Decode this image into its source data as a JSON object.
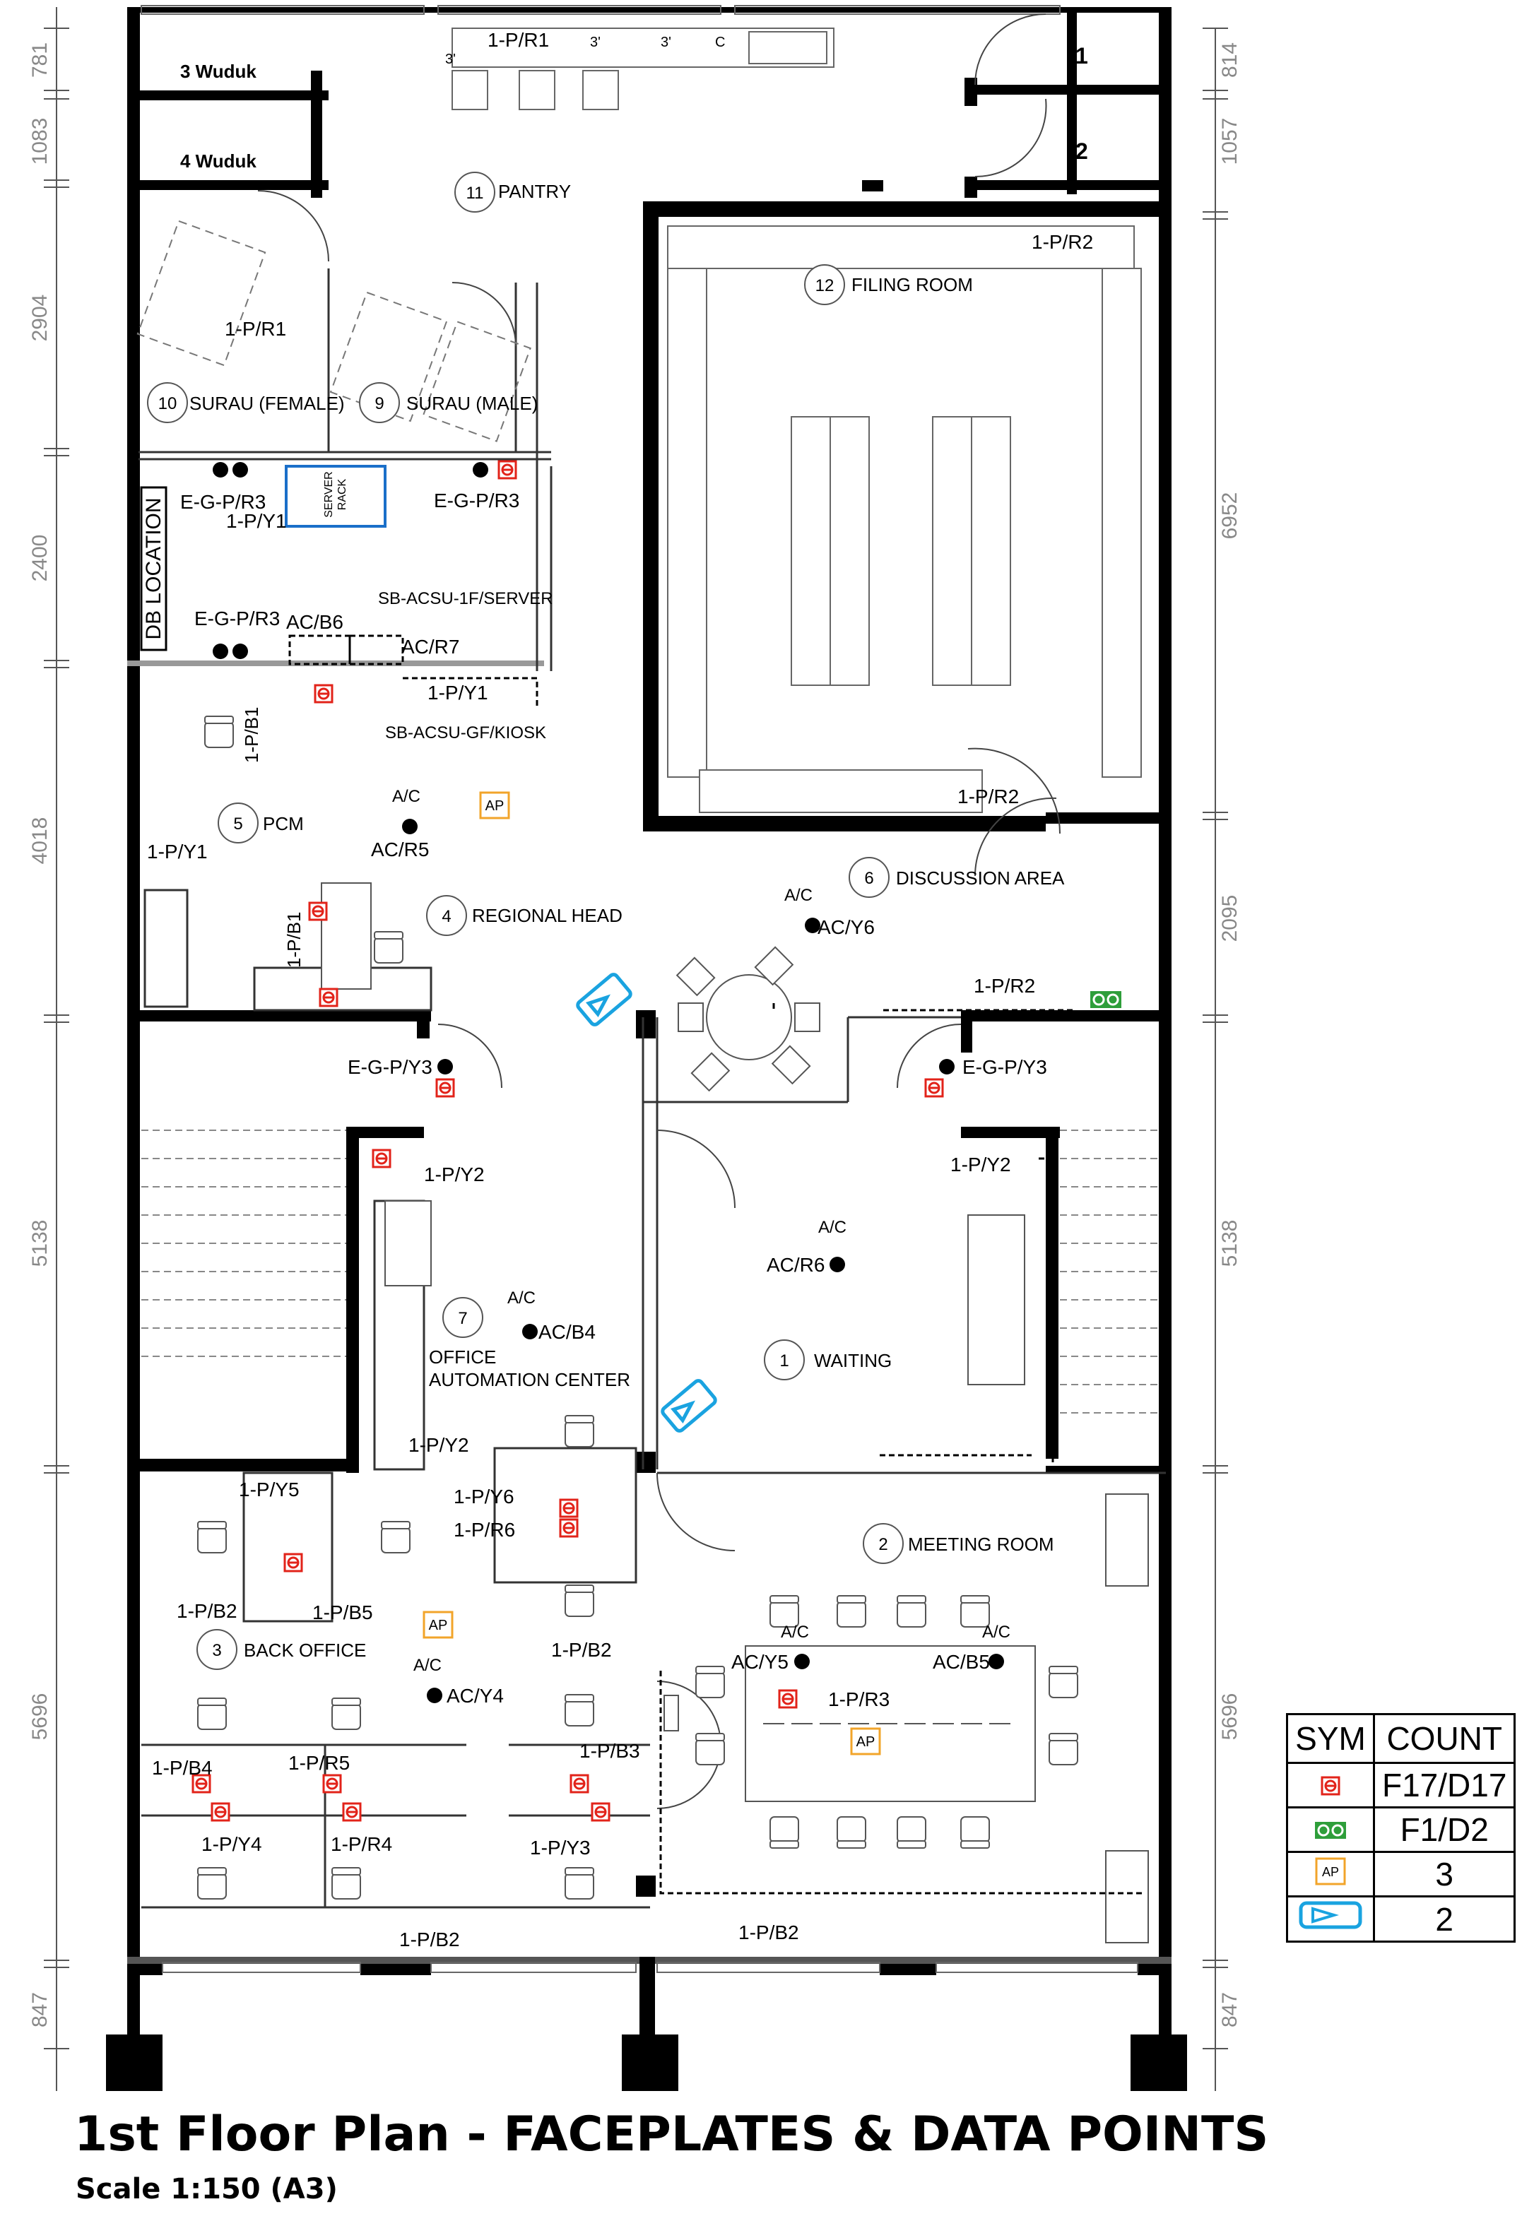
{
  "title": "1st Floor Plan - FACEPLATES & DATA POINTS",
  "scale": "Scale 1:150 (A3)",
  "legend": {
    "header_sym": "SYM",
    "header_count": "COUNT",
    "rows": [
      {
        "symbol": "red-faceplate-icon",
        "color": "#e2231a",
        "count": "F17/D17"
      },
      {
        "symbol": "green-faceplate-icon",
        "color": "#2e9e3a",
        "count": "F1/D2"
      },
      {
        "symbol": "ap-icon",
        "color": "#f2a42a",
        "count": "3"
      },
      {
        "symbol": "camera-icon",
        "color": "#1aa3e0",
        "count": "2"
      }
    ]
  },
  "dimensions_left": [
    "781",
    "1083",
    "2904",
    "2400",
    "4018",
    "5138",
    "5696",
    "847"
  ],
  "dimensions_right": [
    "814",
    "1057",
    "6952",
    "2095",
    "5138",
    "5696",
    "847"
  ],
  "rooms": {
    "wuduk3": "3  Wuduk",
    "wuduk4": "4  Wuduk",
    "toilet1": "1",
    "toilet2": "2",
    "pantry": {
      "num": "11",
      "name": "PANTRY"
    },
    "filing": {
      "num": "12",
      "name": "FILING ROOM"
    },
    "surau_f": {
      "num": "10",
      "name": "SURAU (FEMALE)"
    },
    "surau_m": {
      "num": "9",
      "name": "SURAU (MALE)"
    },
    "pcm": {
      "num": "5",
      "name": "PCM"
    },
    "regional": {
      "num": "4",
      "name": "REGIONAL HEAD"
    },
    "discussion": {
      "num": "6",
      "name": "DISCUSSION AREA"
    },
    "oac": {
      "num": "7",
      "name1": "OFFICE",
      "name2": "AUTOMATION CENTER"
    },
    "waiting": {
      "num": "1",
      "name": "WAITING"
    },
    "back": {
      "num": "3",
      "name": "BACK OFFICE"
    },
    "meeting": {
      "num": "2",
      "name": "MEETING ROOM"
    }
  },
  "db_location": "DB  LOCATION",
  "server_rack": [
    "SERVER",
    "RACK"
  ],
  "ap_label": "AP",
  "three": "3'",
  "sink_c": "C",
  "ac_tag": "A/C",
  "labels": {
    "p_r1_top": "1-P/R1",
    "p_r1_surau": "1-P/R1",
    "p_r2_filing": "1-P/R2",
    "p_r2_filing_bottom": "1-P/R2",
    "p_r2_disc": "1-P/R2",
    "egpr3_left": "E-G-P/R3",
    "py1_left": "1-P/Y1",
    "egpr3_right": "E-G-P/R3",
    "egpr3_db": "E-G-P/R3",
    "acb6": "AC/B6",
    "acr7": "AC/R7",
    "sb_server": "SB-ACSU-1F/SERVER",
    "py1_mid": "1-P/Y1",
    "sb_kiosk": "SB-ACSU-GF/KIOSK",
    "pb1_pcm": "1-P/B1",
    "acr5": "AC/R5",
    "py1_pcm": "1-P/Y1",
    "pb1_reg": "1-P/B1",
    "acy6": "AC/Y6",
    "egpy3_left": "E-G-P/Y3",
    "egpy3_right": "E-G-P/Y3",
    "py2_oac": "1-P/Y2",
    "acb4": "AC/B4",
    "py2_right": "1-P/Y2",
    "acr6": "AC/R6",
    "py2_oac_bottom": "1-P/Y2",
    "py6": "1-P/Y6",
    "pr6": "1-P/R6",
    "py5": "1-P/Y5",
    "pb5": "1-P/B5",
    "pb2_back": "1-P/B2",
    "pb2_mid": "1-P/B2",
    "acy4": "AC/Y4",
    "acy5": "AC/Y5",
    "acb5": "AC/B5",
    "pr3_meet": "1-P/R3",
    "pb4": "1-P/B4",
    "py4": "1-P/Y4",
    "pr5": "1-P/R5",
    "pr4": "1-P/R4",
    "pb3": "1-P/B3",
    "py3": "1-P/Y3",
    "pb2_bottom": "1-P/B2",
    "pb2_meet": "1-P/B2"
  }
}
